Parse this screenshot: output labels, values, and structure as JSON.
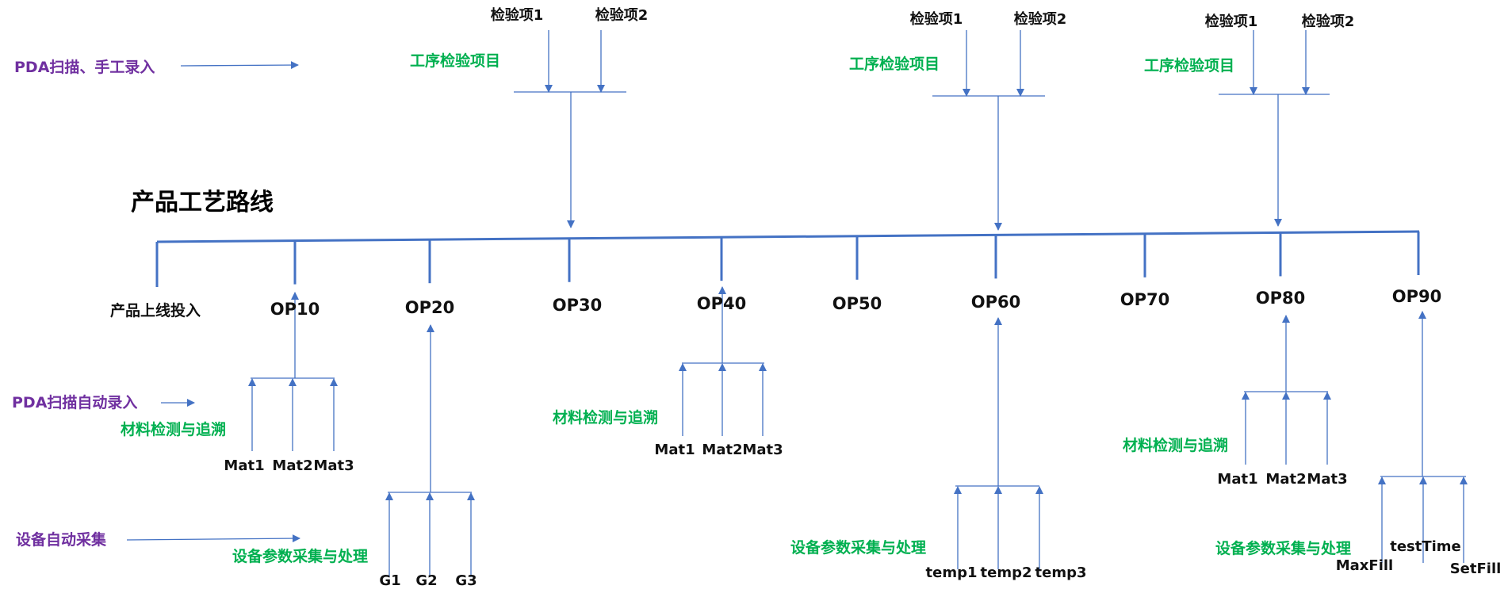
{
  "title": "产品工艺路线",
  "colors": {
    "line": "#4472c4",
    "route_line": "#4472c4",
    "green_label": "#00b050",
    "purple_label": "#7030a0",
    "text": "#111111"
  },
  "legend": {
    "pda_manual": "PDA扫描、手工录入",
    "pda_auto": "PDA扫描自动录入",
    "device_auto": "设备自动采集"
  },
  "route": {
    "start_label": "产品上线投入",
    "operations": [
      "OP10",
      "OP20",
      "OP30",
      "OP40",
      "OP50",
      "OP60",
      "OP70",
      "OP80",
      "OP90"
    ]
  },
  "inspection_groups": [
    {
      "op": "OP30",
      "label": "工序检验项目",
      "items": [
        "检验项1",
        "检验项2"
      ]
    },
    {
      "op": "OP60",
      "label": "工序检验项目",
      "items": [
        "检验项1",
        "检验项2"
      ]
    },
    {
      "op": "OP80",
      "label": "工序检验项目",
      "items": [
        "检验项1",
        "检验项2"
      ]
    }
  ],
  "material_groups": [
    {
      "op": "OP10",
      "label": "材料检测与追溯",
      "items": [
        "Mat1",
        "Mat2",
        "Mat3"
      ]
    },
    {
      "op": "OP40",
      "label": "材料检测与追溯",
      "items": [
        "Mat1",
        "Mat2",
        "Mat3"
      ]
    },
    {
      "op": "OP80",
      "label": "材料检测与追溯",
      "items": [
        "Mat1",
        "Mat2",
        "Mat3"
      ]
    }
  ],
  "device_groups": [
    {
      "op": "OP20",
      "label": "设备参数采集与处理",
      "items": [
        "G1",
        "G2",
        "G3"
      ]
    },
    {
      "op": "OP60",
      "label": "设备参数采集与处理",
      "items": [
        "temp1",
        "temp2",
        "temp3"
      ]
    },
    {
      "op": "OP90",
      "label": "设备参数采集与处理",
      "items": [
        "MaxFill",
        "testTime",
        "SetFill"
      ]
    }
  ]
}
